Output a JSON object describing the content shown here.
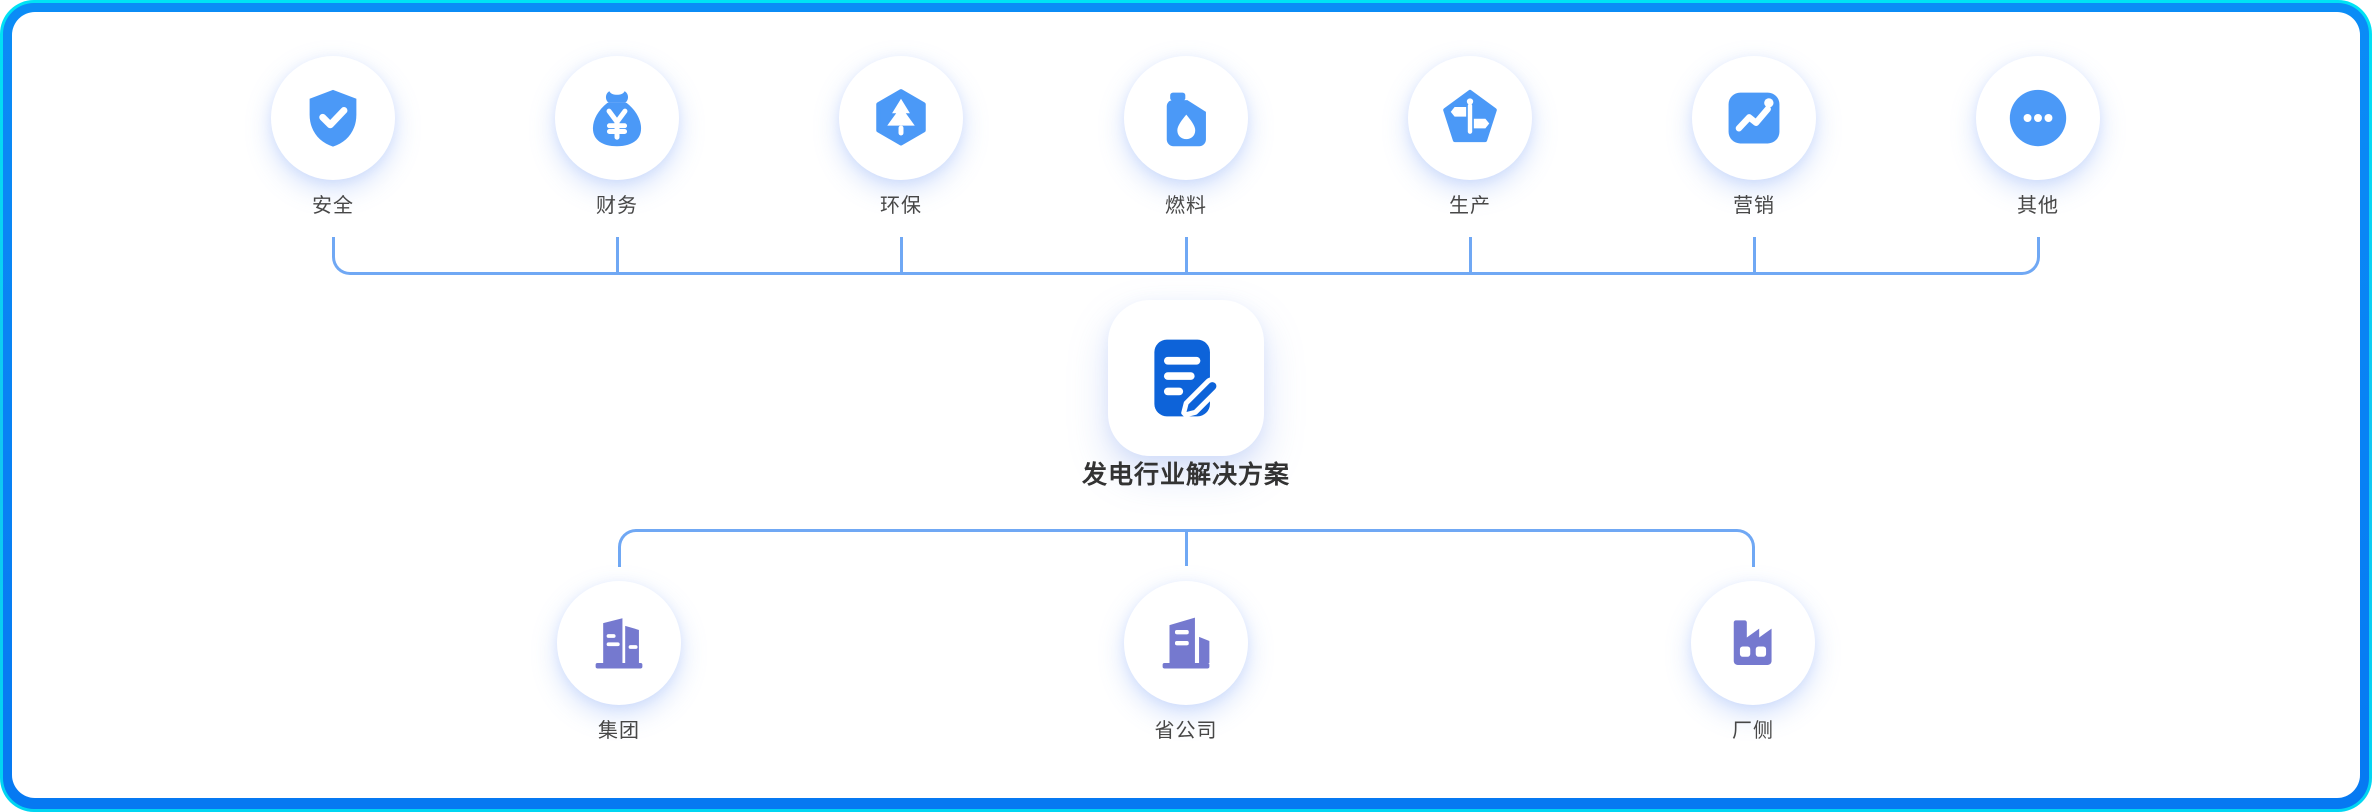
{
  "diagram": {
    "center": {
      "label": "发电行业解决方案",
      "icon": "document-edit-icon"
    },
    "top_modules": [
      {
        "label": "安全",
        "icon": "shield-check-icon"
      },
      {
        "label": "财务",
        "icon": "money-bag-icon"
      },
      {
        "label": "环保",
        "icon": "tree-hexagon-icon"
      },
      {
        "label": "燃料",
        "icon": "fuel-can-icon"
      },
      {
        "label": "生产",
        "icon": "signpost-icon"
      },
      {
        "label": "营销",
        "icon": "trend-chart-icon"
      },
      {
        "label": "其他",
        "icon": "ellipsis-icon"
      }
    ],
    "bottom_entities": [
      {
        "label": "集团",
        "icon": "buildings-icon"
      },
      {
        "label": "省公司",
        "icon": "office-building-icon"
      },
      {
        "label": "厂侧",
        "icon": "factory-icon"
      }
    ],
    "colors": {
      "module_icon_blue": "#4b99f7",
      "center_icon_blue": "#0d63d9",
      "entity_icon_purple": "#7579cf",
      "connector_line": "#70a8f4",
      "frame_border_blue": "#0679f2",
      "frame_rim_cyan": "#00d6f2",
      "label_text": "#474747",
      "center_label_text": "#333333"
    }
  }
}
